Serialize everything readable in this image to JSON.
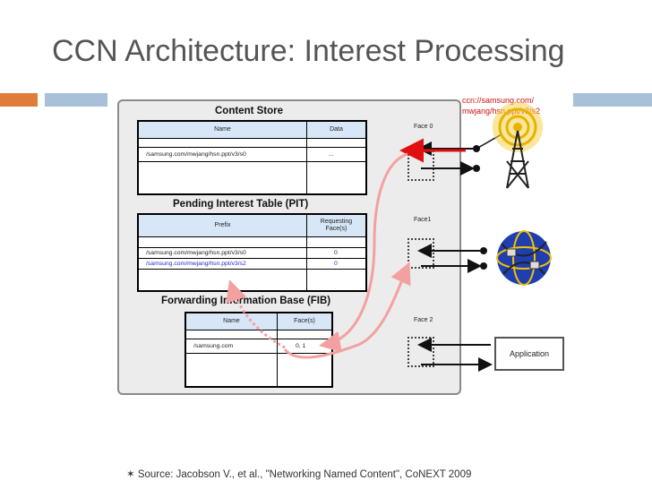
{
  "slide": {
    "title": "CCN Architecture: Interest Processing",
    "source": "✶ Source: Jacobson V., et al., \"Networking Named Content\", CoNEXT 2009"
  },
  "content_store": {
    "title": "Content Store",
    "col_name": "Name",
    "col_data": "Data",
    "row_name": "/samsung.com/mwjang/hsn.ppt/v3/s0",
    "row_data": "..."
  },
  "pit": {
    "title": "Pending Interest Table (PIT)",
    "col_prefix": "Prefix",
    "col_faces": "Requesting Face(s)",
    "rows": [
      {
        "prefix": "/samsung.com/mwjang/hsn.ppt/v3/s0",
        "faces": "0"
      },
      {
        "prefix": "/samsung.com/mwjang/hsn.ppt/v3/s2",
        "faces": "0"
      }
    ]
  },
  "fib": {
    "title": "Forwarding Information Base (FIB)",
    "col_name": "Name",
    "col_faces": "Face(s)",
    "row_name": "/samsung.com",
    "row_faces": "0, 1"
  },
  "faces": {
    "face0": "Face 0",
    "face1": "Face1",
    "face2": "Face 2"
  },
  "interest": {
    "line1": "ccn://samsung.com/",
    "line2": "mwjang/hsn.ppt/v3/s2"
  },
  "application": {
    "label": "Application"
  },
  "colors": {
    "title": "#555555",
    "accent_orange": "#e07b39",
    "accent_blue": "#a8c0d8",
    "table_header": "#d7e7f8",
    "interest_path": "#f3a0a0",
    "interest_arrow": "#e01010"
  }
}
